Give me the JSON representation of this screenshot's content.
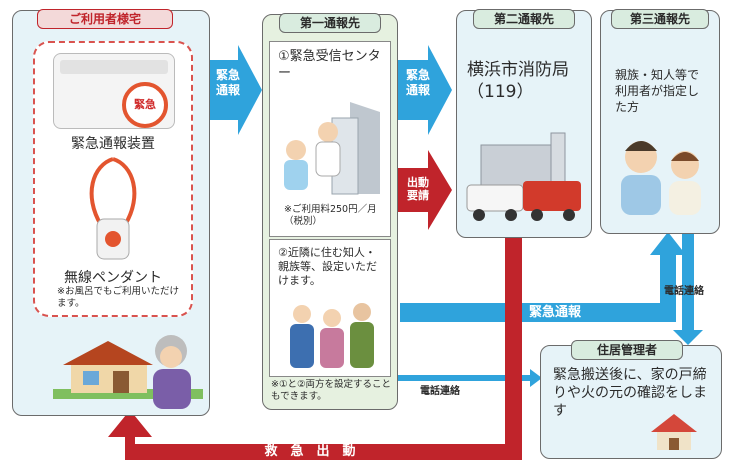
{
  "user_home": {
    "header": "ご利用者様宅",
    "device_label": "緊急通報装置",
    "device_button_text": "緊急",
    "pendant_label": "無線ペンダント",
    "pendant_note": "※お風呂でもご利用いただけます。"
  },
  "first_contact": {
    "header": "第一通報先",
    "option1_title": "①緊急受信センター",
    "option1_note": "※ご利用料250円／月（税別）",
    "option2_text": "②近隣に住む知人・親族等、設定いただけます。",
    "footer_note": "※①と②両方を設定することもできます。"
  },
  "second_contact": {
    "header": "第二通報先",
    "title": "横浜市消防局（119）"
  },
  "third_contact": {
    "header": "第三通報先",
    "text": "親族・知人等で利用者が指定した方"
  },
  "housing_manager": {
    "header": "住居管理者",
    "text": "緊急搬送後に、家の戸締りや火の元の確認をします"
  },
  "arrows": {
    "emergency_report_1": "緊急通報",
    "emergency_report_2": "緊急通報",
    "dispatch_request": "出動要請",
    "emergency_report_bottom": "緊急通報",
    "phone_contact_1": "電話連絡",
    "phone_contact_2": "電話連絡",
    "ambulance_dispatch": "救　急　出　動"
  },
  "colors": {
    "arrow_blue": "#2fa3dc",
    "arrow_red": "#c0242b",
    "box_blue": "#e6f3f8",
    "box_green": "#e6f1e0"
  }
}
